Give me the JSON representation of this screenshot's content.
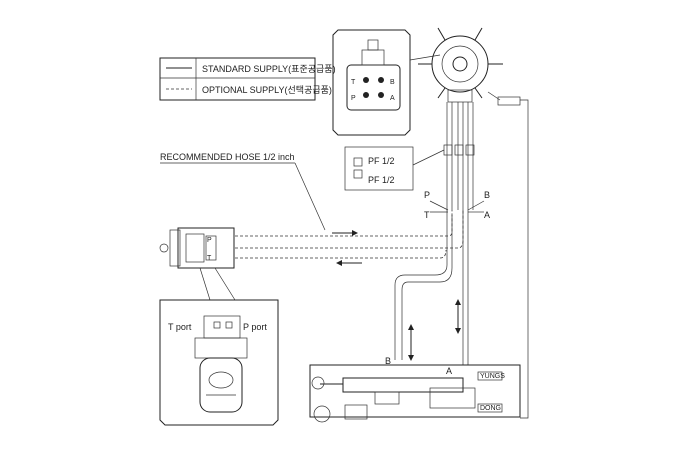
{
  "legend": {
    "standard_label": "STANDARD SUPPLY(표준공급품)",
    "optional_label": "OPTIONAL SUPPLY(선택공급품)"
  },
  "hose_label": "RECOMMENDED HOSE 1/2 inch",
  "fitting": {
    "line1": "PF 1/2",
    "line2": "PF 1/2"
  },
  "ports": {
    "T": "T",
    "P": "P",
    "B": "B",
    "A": "A"
  },
  "pump_detail": {
    "t_port": "T port",
    "p_port": "P port",
    "p": "P",
    "t": "T"
  },
  "cylinder": {
    "label_a": "A",
    "label_b": "B",
    "tag_top": "YUNGS",
    "tag_bottom": "DONG"
  }
}
